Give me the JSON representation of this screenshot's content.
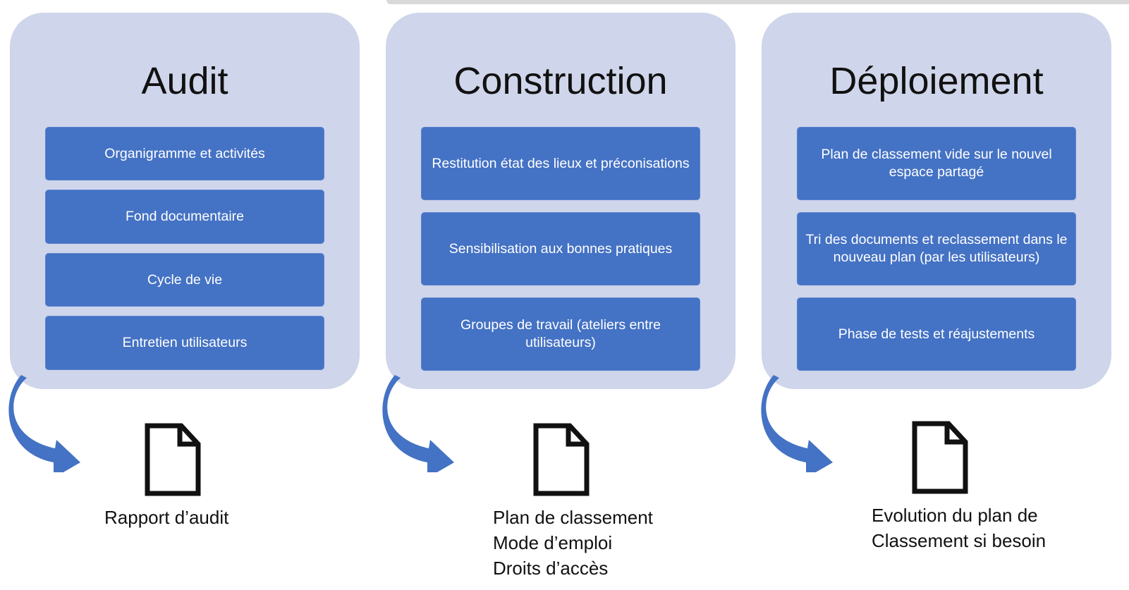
{
  "colors": {
    "phase_bg": "#cfd5ea",
    "task_bg": "#4472c4",
    "arrow": "#4472c4",
    "icon": "#111111"
  },
  "phases": [
    {
      "title": "Audit",
      "tasks": [
        "Organigramme et activités",
        "Fond documentaire",
        "Cycle de vie",
        "Entretien utilisateurs"
      ],
      "deliverable_icon": "document-icon",
      "deliverables": [
        "Rapport d’audit"
      ]
    },
    {
      "title": "Construction",
      "tasks": [
        "Restitution état des lieux et préconisations",
        "Sensibilisation aux bonnes pratiques",
        "Groupes de travail (ateliers entre utilisateurs)"
      ],
      "deliverable_icon": "document-icon",
      "deliverables": [
        "Plan de classement",
        "Mode d’emploi",
        "Droits d’accès"
      ]
    },
    {
      "title": "Déploiement",
      "tasks": [
        "Plan de classement vide sur le nouvel espace partagé",
        "Tri des documents et reclassement dans le nouveau plan (par les utilisateurs)",
        "Phase de tests et réajustements"
      ],
      "deliverable_icon": "document-icon",
      "deliverables": [
        "Evolution du plan de",
        "Classement si besoin"
      ]
    }
  ]
}
